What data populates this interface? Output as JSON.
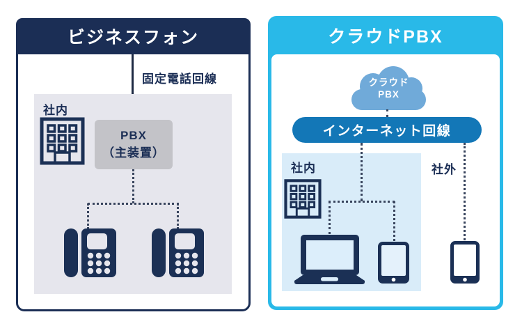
{
  "left": {
    "title": "ビジネスフォン",
    "phone_line_label": "固定電話回線",
    "office_label": "社内",
    "pbx_line1": "PBX",
    "pbx_line2": "（主装置）"
  },
  "right": {
    "title": "クラウドPBX",
    "cloud_line1": "クラウド",
    "cloud_line2": "PBX",
    "internet_label": "インターネット回線",
    "office_label": "社内",
    "outside_label": "社外"
  },
  "colors": {
    "navy_header": "#1b2e55",
    "cyan_header": "#29b9e8",
    "internet_pill": "#1377b7",
    "cloud_blue": "#70aad9",
    "left_inner_box": "#e6e6ed",
    "pbx_box_gray": "#c3c3c8",
    "right_inner_box": "#d9ecf9",
    "icon_navy": "#1b3055",
    "text_white": "#ffffff"
  },
  "icons": {
    "left_panel": [
      "building-icon",
      "desk-phone-icon",
      "desk-phone-icon"
    ],
    "right_panel": [
      "cloud-icon",
      "building-icon",
      "laptop-icon",
      "tablet-icon",
      "smartphone-icon"
    ]
  }
}
